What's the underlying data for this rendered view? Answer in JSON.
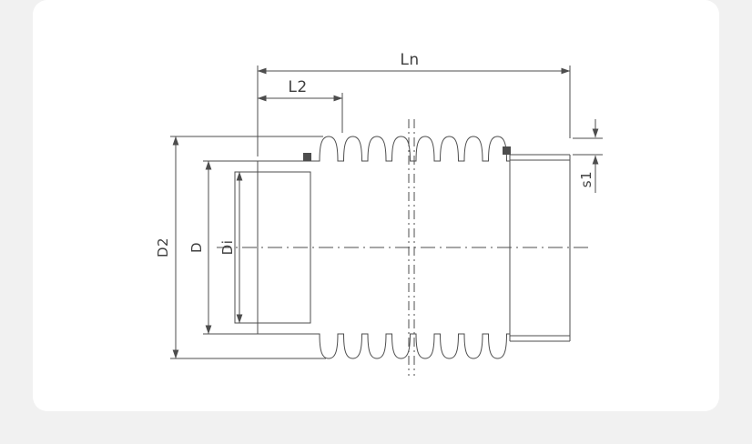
{
  "page": {
    "background": "#f1f1f1",
    "card_background": "#ffffff"
  },
  "drawing": {
    "line_color": "#4d4d4d",
    "text_color": "#3f3f3f",
    "labels": {
      "overall_length": "Ln",
      "end_length": "L2",
      "bellows_outer_diameter": "D2",
      "pipe_outer_diameter": "D",
      "inner_diameter": "Di",
      "wall_thickness": "s1"
    }
  }
}
